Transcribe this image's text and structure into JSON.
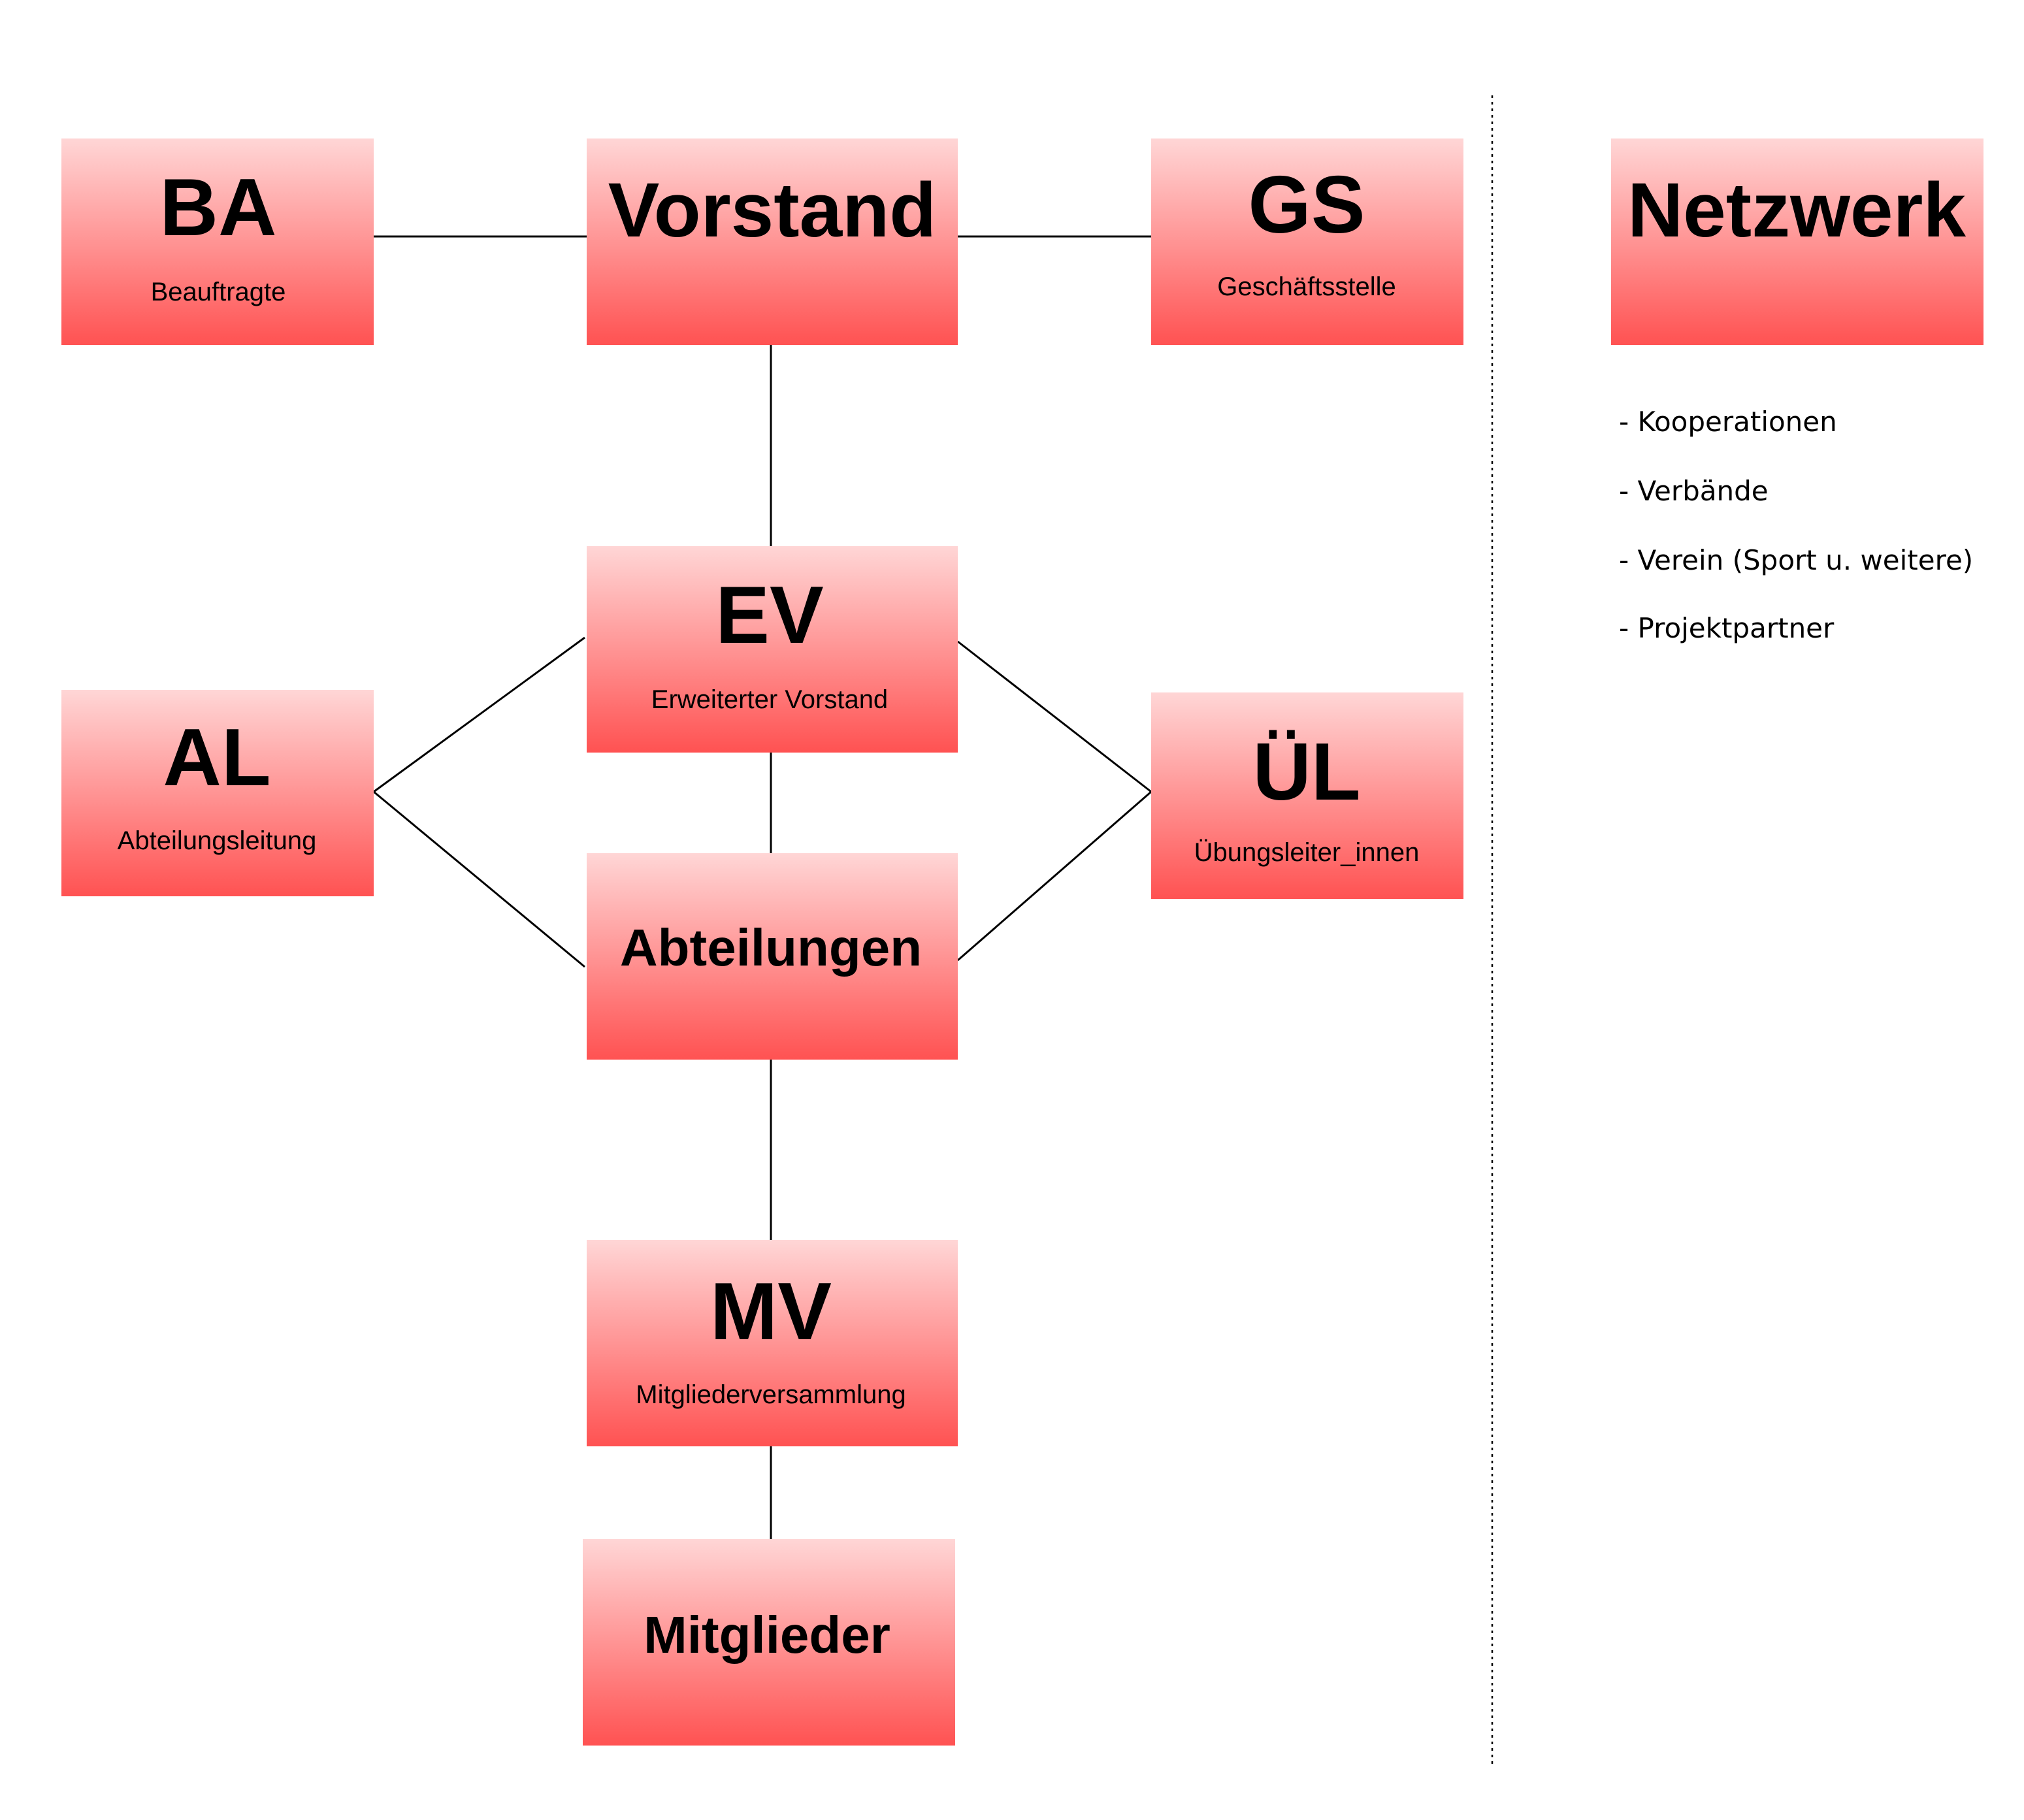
{
  "colors": {
    "box_top": "#ffd6d6",
    "box_bottom": "#ff5252",
    "line": "#000000"
  },
  "boxes": {
    "ba": {
      "title": "BA",
      "subtitle": "Beauftragte"
    },
    "vorstand": {
      "title": "Vorstand"
    },
    "gs": {
      "title": "GS",
      "subtitle": "Geschäftsstelle"
    },
    "netzwerk": {
      "title": "Netzwerk"
    },
    "ev": {
      "title": "EV",
      "subtitle": "Erweiterter Vorstand"
    },
    "al": {
      "title": "AL",
      "subtitle": "Abteilungsleitung"
    },
    "ul": {
      "title": "ÜL",
      "subtitle": "Übungsleiter_innen"
    },
    "abteilungen": {
      "title": "Abteilungen"
    },
    "mv": {
      "title": "MV",
      "subtitle": "Mitgliederversammlung"
    },
    "mitglieder": {
      "title": "Mitglieder"
    }
  },
  "network_items": [
    "- Kooperationen",
    "- Verbände",
    "- Verein (Sport u. weitere)",
    "- Projektpartner"
  ]
}
